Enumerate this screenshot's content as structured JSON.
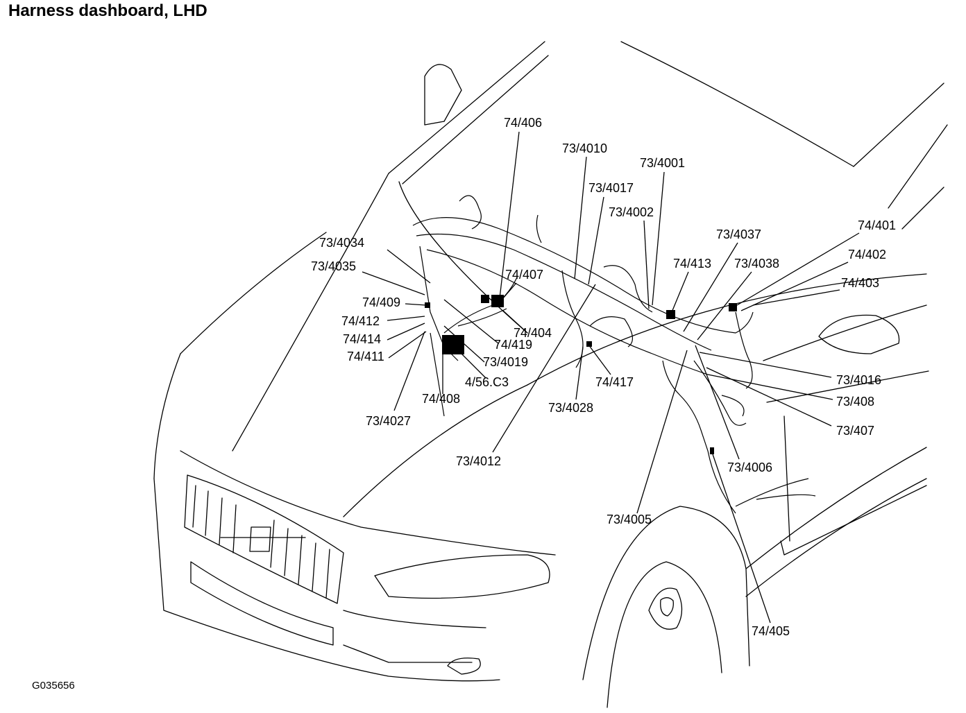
{
  "title": "Harness dashboard, LHD",
  "figure_id": "G035656",
  "labels": [
    "74/406",
    "73/4010",
    "73/4001",
    "73/4017",
    "73/4002",
    "73/4037",
    "74/413",
    "73/4038",
    "74/401",
    "74/402",
    "74/403",
    "73/4034",
    "73/4035",
    "74/407",
    "74/409",
    "74/412",
    "74/404",
    "74/414",
    "74/419",
    "74/411",
    "73/4019",
    "4/56.C3",
    "74/408",
    "73/4016",
    "74/417",
    "73/408",
    "73/4028",
    "73/4027",
    "73/407",
    "73/4012",
    "73/4006",
    "73/4005",
    "74/405"
  ]
}
